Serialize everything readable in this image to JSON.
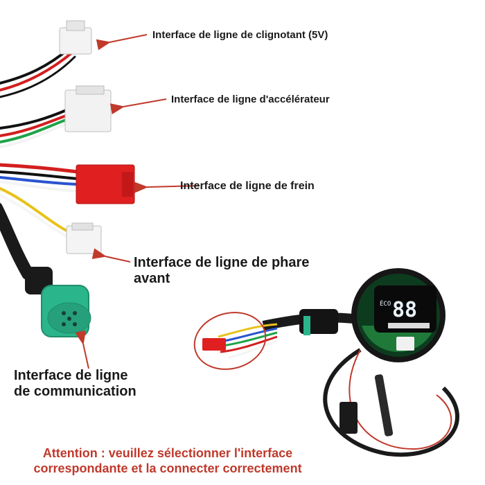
{
  "labels": {
    "clignotant": "Interface de ligne de clignotant (5V)",
    "accelerateur": "Interface de ligne d'accélérateur",
    "frein": "Interface de ligne de frein",
    "phare_line1": "Interface de ligne de phare",
    "phare_line2": "avant",
    "communication_line1": "Interface de ligne",
    "communication_line2": "de communication"
  },
  "warning": {
    "line1": "Attention : veuillez sélectionner l'interface",
    "line2": "correspondante et la connecter correctement"
  },
  "display": {
    "mode": "ÉCO",
    "digits": "88"
  },
  "colors": {
    "arrow": "#c0392b",
    "warning_text": "#c0392b",
    "brake_connector": "#e02020",
    "comm_connector": "#2bb58a"
  }
}
